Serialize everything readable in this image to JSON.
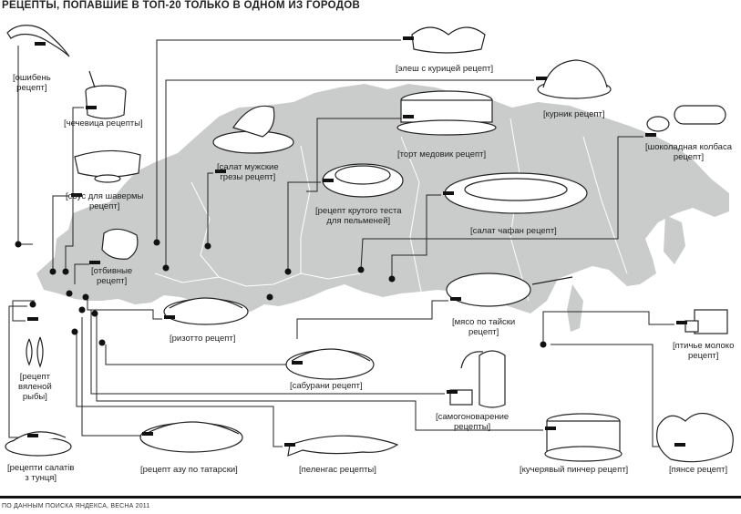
{
  "title": "РЕЦЕПТЫ, ПОПАВШИЕ В ТОП-20 ТОЛЬКО В ОДНОМ ИЗ ГОРОДОВ",
  "footer": "ПО ДАННЫМ ПОИСКА ЯНДЕКСА, ВЕСНА 2011",
  "colors": {
    "map": "#c9cccb",
    "ink": "#222222",
    "rule": "#111111"
  },
  "labels": {
    "oshiben": [
      "[ошибень",
      "рецепт]"
    ],
    "chechevitsa": [
      "[чечевица рецепты]"
    ],
    "sous": [
      "[соус для шавермы",
      "рецепт]"
    ],
    "otbivnye": [
      "[отбивные",
      "рецепт]"
    ],
    "salat_muzh": [
      "[салат мужские",
      "грезы рецепт]"
    ],
    "elesh": [
      "[элеш с курицей рецепт]"
    ],
    "kurnik": [
      "[курник рецепт]"
    ],
    "tort": [
      "[торт медовик рецепт]"
    ],
    "shokolad": [
      "[шоколадная колбаса",
      "рецепт]"
    ],
    "testo": [
      "[рецепт крутого теста",
      "для пельменей]"
    ],
    "chafan": [
      "[салат чафан рецепт]"
    ],
    "rizotto": [
      "[ризотто рецепт]"
    ],
    "myaso": [
      "[мясо по тайски",
      "рецепт]"
    ],
    "ptiche": [
      "[птичье молоко",
      "рецепт]"
    ],
    "vyalenoy": [
      "[рецепт",
      "вяленой",
      "рыбы]"
    ],
    "saburani": [
      "[сабурани рецепт]"
    ],
    "samogon": [
      "[самогоноварение",
      "рецепты]"
    ],
    "salaty_tunets": [
      "[рецепти салатів",
      "з тунця]"
    ],
    "azu": [
      "[рецепт азу по татарски]"
    ],
    "pelengas": [
      "[пеленгас рецепты]"
    ],
    "pincher": [
      "[кучерявый пинчер рецепт]"
    ],
    "pyanse": [
      "[пянсе рецепт]"
    ]
  }
}
